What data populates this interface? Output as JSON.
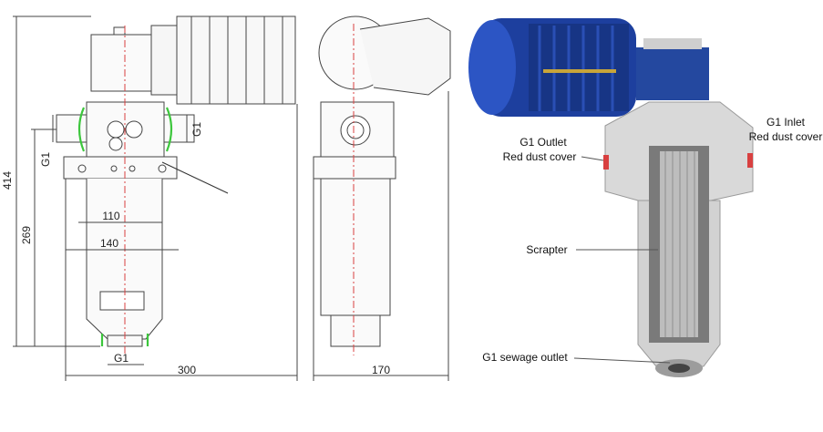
{
  "drawings": {
    "front_view": {
      "height_total": "414",
      "height_body": "269",
      "width_110": "110",
      "width_140": "140",
      "width_total": "300",
      "port_outlet": "G1",
      "port_inlet": "G1",
      "port_bottom": "G1"
    },
    "side_view": {
      "width_total": "170"
    }
  },
  "photo_labels": {
    "outlet_line1": "G1 Outlet",
    "outlet_line2": "Red dust cover",
    "inlet_line1": "G1 Inlet",
    "inlet_line2": "Red dust cover",
    "scraper": "Scrapter",
    "sewage_outlet": "G1 sewage outlet"
  },
  "colors": {
    "motor_blue": "#1d3f9e",
    "body_grey": "#d9d9d9",
    "highlight_green": "#3cc63c",
    "center_red": "#d84040",
    "line": "#444444"
  }
}
